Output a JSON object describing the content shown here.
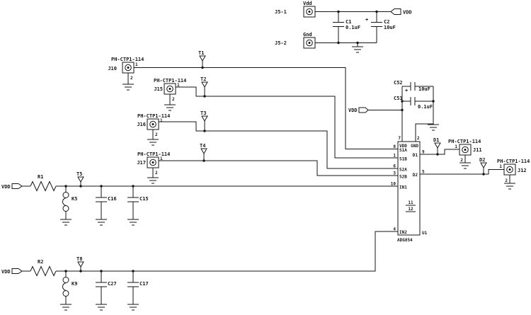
{
  "nets": {
    "vdd": "VDD"
  },
  "sym": {
    "plus": "+"
  },
  "part_number": "PH-CTP1-114",
  "power_top": {
    "vdd": "Vdd",
    "gnd": "Gnd",
    "j5_1": "J5-1",
    "j5_2": "J5-2",
    "c1": "C1",
    "c1_val": "0.1uF",
    "c2": "C2",
    "c2_val": "10uF"
  },
  "decap": {
    "c52": "C52",
    "c52_val": "10uF",
    "c51": "C51",
    "c51_val": "0.1uF"
  },
  "jacks": {
    "j10": "J10",
    "j15": "J15",
    "j16": "J16",
    "j17": "J17",
    "j11": "J11",
    "j12": "J12",
    "pin1": "1",
    "pin2": "2"
  },
  "tps": {
    "t1": "T1",
    "t2": "T2",
    "t3": "T3",
    "t4": "T4",
    "t5": "T5",
    "t8": "T8",
    "d1": "D1",
    "d2": "D2"
  },
  "ic": {
    "u": "U1",
    "part": "ADG854",
    "vdd": "VDD",
    "gnd": "GND",
    "s1a": "S1A",
    "s1b": "S1B",
    "s2a": "S2A",
    "s2b": "S2B",
    "in1": "IN1",
    "in2": "IN2",
    "d1": "D1",
    "d2": "D2",
    "n7": "7",
    "n2": "2",
    "n8": "8",
    "n1": "1",
    "n6": "6",
    "n3": "3",
    "n10": "10",
    "n4": "4",
    "n9": "9",
    "n5": "5",
    "n11": "11",
    "n12": "12"
  },
  "in1": {
    "r": "R1",
    "k": "K5",
    "ca": "C16",
    "cb": "C15"
  },
  "in2": {
    "r": "R2",
    "k": "K9",
    "ca": "C27",
    "cb": "C17"
  }
}
